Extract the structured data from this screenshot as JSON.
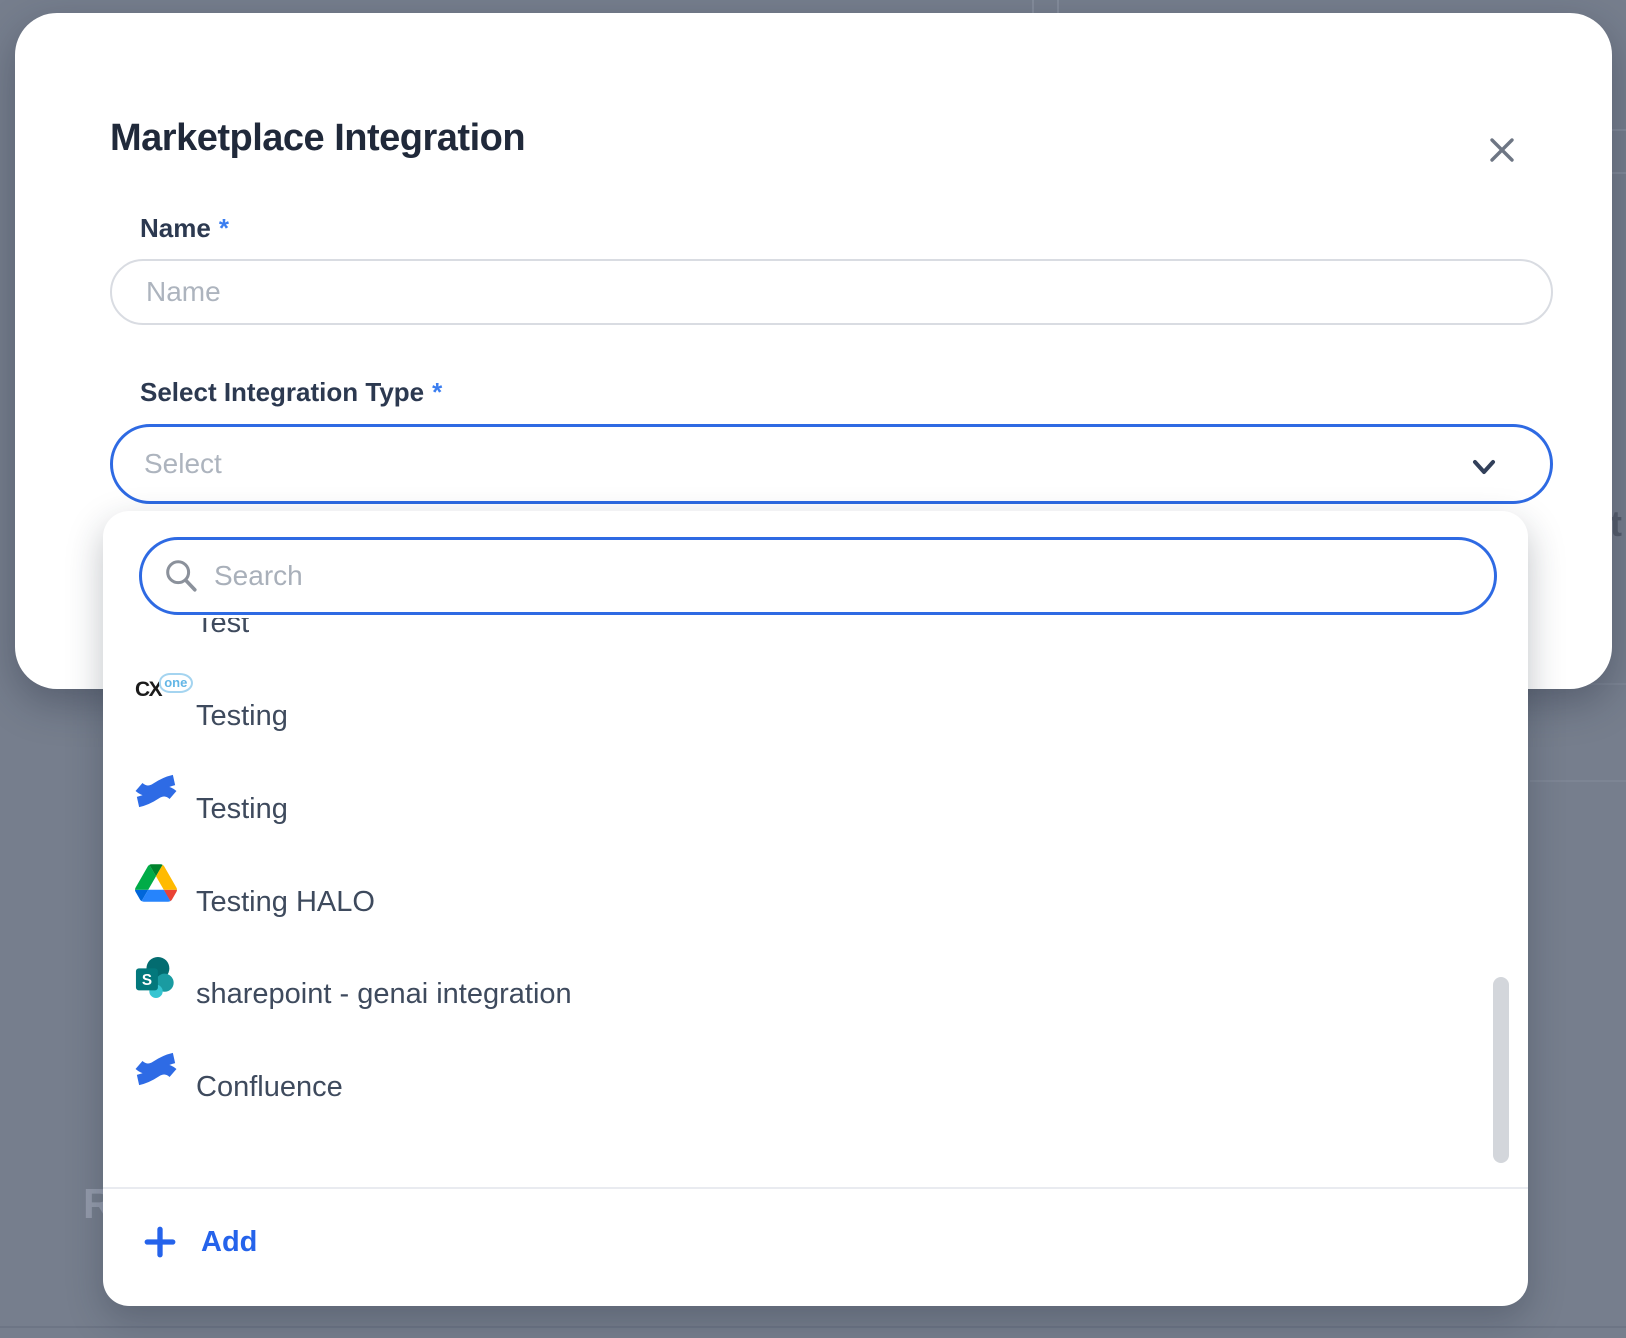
{
  "background": {
    "left_text": "R",
    "right_text": "t"
  },
  "modal": {
    "title": "Marketplace Integration",
    "close_icon": "x-close-icon",
    "name_field": {
      "label": "Name",
      "required_marker": "*",
      "placeholder": "Name",
      "value": ""
    },
    "type_field": {
      "label": "Select Integration Type",
      "required_marker": "*",
      "placeholder": "Select",
      "value": "",
      "trailing_icon": "chevron-down-icon"
    }
  },
  "dropdown": {
    "search": {
      "placeholder": "Search",
      "value": "",
      "leading_icon": "search-icon"
    },
    "items": [
      {
        "label": "Test",
        "icon": "none-visible-scrolled"
      },
      {
        "label": "Testing",
        "icon": "cxone-icon",
        "icon_text_cx": "CX",
        "icon_text_one": "one"
      },
      {
        "label": "Testing",
        "icon": "confluence-icon"
      },
      {
        "label": "Testing HALO",
        "icon": "google-drive-icon"
      },
      {
        "label": "sharepoint - genai integration",
        "icon": "sharepoint-icon",
        "icon_letter": "S"
      },
      {
        "label": "Confluence",
        "icon": "confluence-icon"
      }
    ],
    "add_label": "Add"
  },
  "colors": {
    "accent_blue": "#2e6ae3",
    "link_blue": "#2563eb",
    "title_text": "#20293a",
    "list_text": "#3e4a5d",
    "placeholder": "#adb4be",
    "overlay": "#767e8d",
    "confluence_blue": "#2e6be5",
    "sharepoint_teal": "#036c70"
  }
}
